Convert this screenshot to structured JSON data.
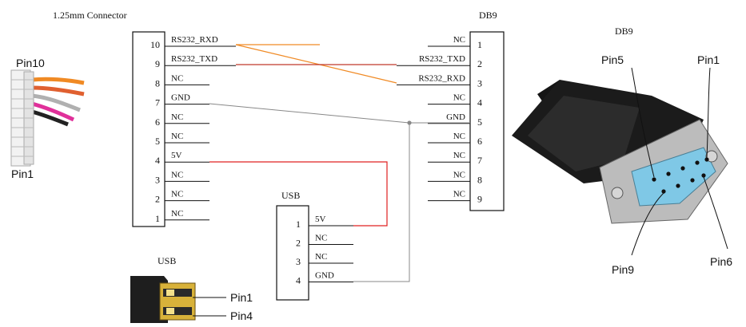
{
  "connector_125": {
    "title": "1.25mm Connector",
    "pins": [
      {
        "num": "10",
        "signal": "RS232_RXD"
      },
      {
        "num": "9",
        "signal": "RS232_TXD"
      },
      {
        "num": "8",
        "signal": "NC"
      },
      {
        "num": "7",
        "signal": "GND"
      },
      {
        "num": "6",
        "signal": "NC"
      },
      {
        "num": "5",
        "signal": "NC"
      },
      {
        "num": "4",
        "signal": "5V"
      },
      {
        "num": "3",
        "signal": "NC"
      },
      {
        "num": "2",
        "signal": "NC"
      },
      {
        "num": "1",
        "signal": "NC"
      }
    ]
  },
  "db9_schematic": {
    "title": "DB9",
    "pins": [
      {
        "num": "1",
        "signal": "NC"
      },
      {
        "num": "2",
        "signal": "RS232_TXD"
      },
      {
        "num": "3",
        "signal": "RS232_RXD"
      },
      {
        "num": "4",
        "signal": "NC"
      },
      {
        "num": "5",
        "signal": "GND"
      },
      {
        "num": "6",
        "signal": "NC"
      },
      {
        "num": "7",
        "signal": "NC"
      },
      {
        "num": "8",
        "signal": "NC"
      },
      {
        "num": "9",
        "signal": "NC"
      }
    ]
  },
  "usb_schematic": {
    "title": "USB",
    "pins": [
      {
        "num": "1",
        "signal": "5V"
      },
      {
        "num": "2",
        "signal": "NC"
      },
      {
        "num": "3",
        "signal": "NC"
      },
      {
        "num": "4",
        "signal": "GND"
      }
    ]
  },
  "connector_photo": {
    "top_label": "Pin10",
    "bottom_label": "Pin1"
  },
  "usb_photo": {
    "title": "USB",
    "label_a": "Pin1",
    "label_b": "Pin4"
  },
  "db9_photo": {
    "title": "DB9",
    "pin5": "Pin5",
    "pin1": "Pin1",
    "pin9": "Pin9",
    "pin6": "Pin6"
  },
  "wire_colors": {
    "rxd": "#f08a24",
    "txd": "#c0392b",
    "power": "#e02020",
    "gnd": "#888888"
  }
}
